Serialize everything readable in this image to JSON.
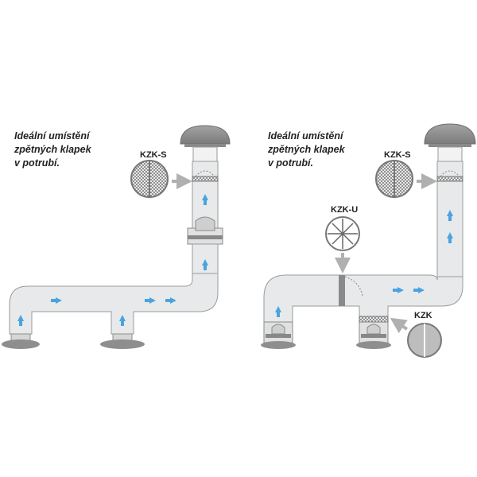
{
  "left_panel": {
    "caption_lines": [
      "Ideální umístění",
      "zpětných klapek",
      "v potrubí."
    ],
    "labels": {
      "kzk_s": "KZK-S"
    }
  },
  "right_panel": {
    "caption_lines": [
      "Ideální umístění",
      "zpětných klapek",
      "v potrubí."
    ],
    "labels": {
      "kzk_s": "KZK-S",
      "kzk_u": "KZK-U",
      "kzk": "KZK"
    }
  },
  "colors": {
    "duct_fill": "#e8e9ea",
    "duct_stroke": "#9a9a9a",
    "flow_arrow": "#4aa3e0",
    "pointer_arrow": "#b0b0b0",
    "hood": "#8d8d8d",
    "valve_mesh": "#808080"
  }
}
